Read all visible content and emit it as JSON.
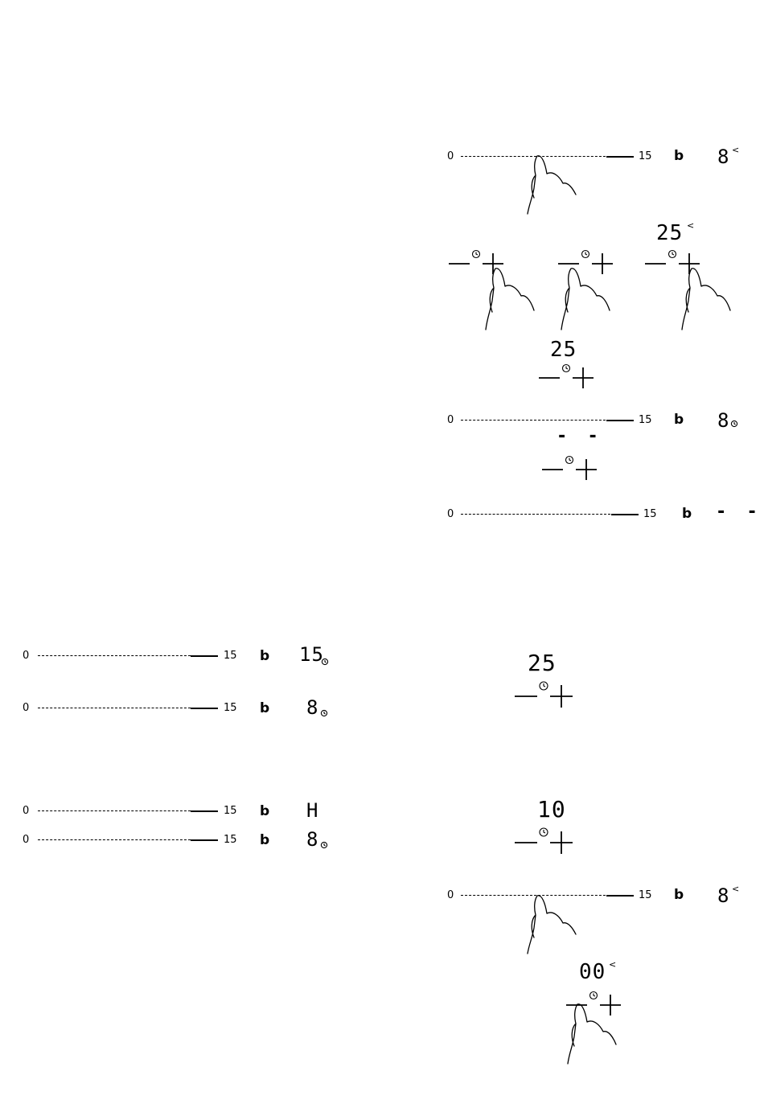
{
  "slider_scale": {
    "min_label": "0",
    "max_label": "15"
  },
  "zone_letter": "b",
  "timer_display_values": {
    "v1": "8",
    "v2": "25",
    "v3": "25",
    "v4": "8",
    "v5": "- -",
    "v6": "- -",
    "v7": "15",
    "v8": "8",
    "v9": "H",
    "v10": "8",
    "v11": "25",
    "v12": "10",
    "v13": "8",
    "v14": "00"
  },
  "indicator_glyphs": {
    "blink": "<"
  }
}
